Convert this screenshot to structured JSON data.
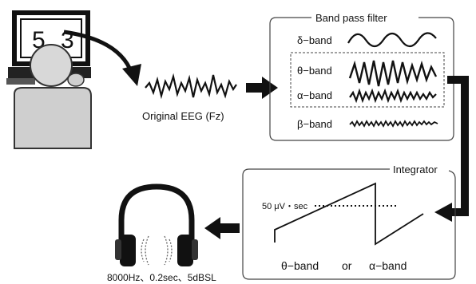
{
  "monitor": {
    "digit_1": "5",
    "digit_2": "3"
  },
  "eeg": {
    "label": "Original EEG (Fz)"
  },
  "filter": {
    "title": "Band pass filter",
    "bands": [
      "δ−band",
      "θ−band",
      "α−band",
      "β−band"
    ]
  },
  "integrator": {
    "title": "Integrator",
    "threshold_label": "50 μV・sec",
    "caption_left": "θ−band",
    "caption_or": "or",
    "caption_right": "α−band"
  },
  "headphones": {
    "caption": "8000Hz、0.2sec、5dBSL"
  }
}
